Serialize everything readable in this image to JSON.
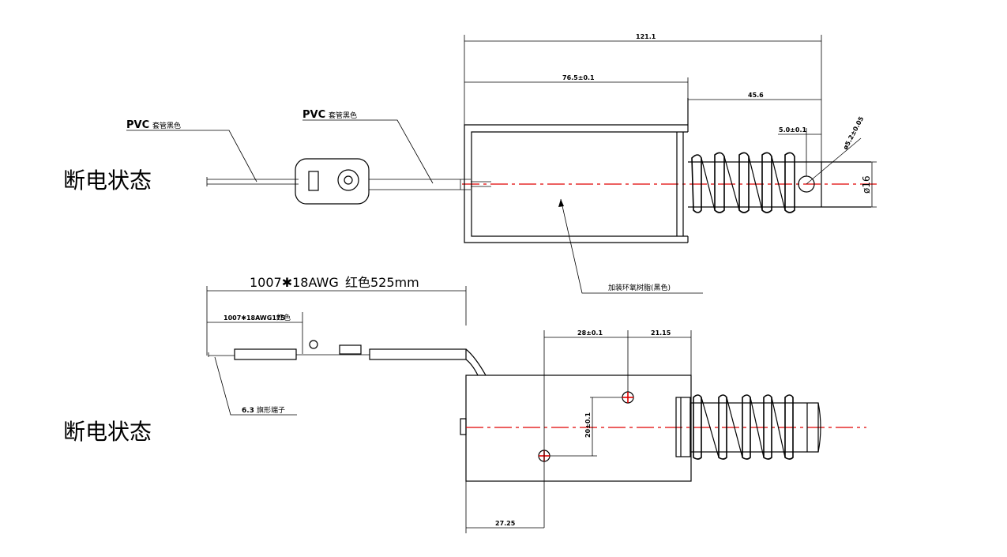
{
  "state_labels": {
    "top": "断电状态",
    "bottom": "断电状态"
  },
  "callouts": {
    "pvc_left_prefix": "PVC",
    "pvc_left_text": "套管黑色",
    "pvc_right_prefix": "PVC",
    "pvc_right_text": "套管黑色",
    "epoxy": "加装环氧树脂(黑色)",
    "wire_total_main": "1007✱18AWG",
    "wire_total_suffix": "红色525mm",
    "wire_short_main": "1007✱18AWG175",
    "wire_short_suffix": "红色",
    "terminal_num": "6.3",
    "terminal_text": "旗形端子"
  },
  "dimensions": {
    "overall_length": "121.1",
    "body_length": "76.5±0.1",
    "plunger_length": "45.6",
    "hole_offset": "5.0±0.1",
    "hole_diameter": "ø5.2±0.05",
    "plunger_diameter": "ø16",
    "hole_spacing_x": "28±0.1",
    "hole_to_end": "21.15",
    "hole_spacing_y": "20±0.1",
    "hole_from_back": "27.25"
  },
  "colors": {
    "line": "#000000",
    "centerline": "#e00000"
  }
}
